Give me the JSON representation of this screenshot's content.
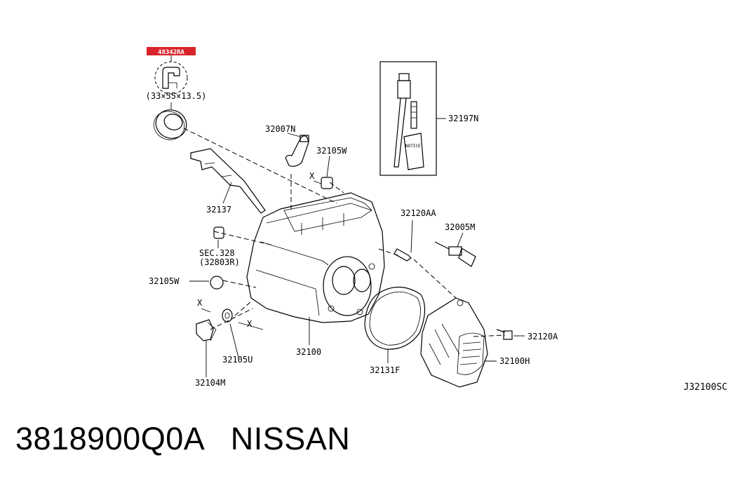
{
  "highlight_code": "48342RA",
  "seal_size": "(33×55×13.5)",
  "labels": {
    "l32007N": "32007N",
    "l32105W_top": "32105W",
    "l32197N": "32197N",
    "l32137": "32137",
    "l32120AA": "32120AA",
    "l32005M": "32005M",
    "sec_line1": "SEC.328",
    "sec_line2": "(32803R)",
    "l32105W_left": "32105W",
    "l32100": "32100",
    "l32105U": "32105U",
    "l32104M": "32104M",
    "l32131F": "32131F",
    "l32120A": "32120A",
    "l32100H": "32100H",
    "x_mark": "X",
    "notice": "NOTICE"
  },
  "diagram_code": "J32100SC",
  "footer": {
    "part_number": "3818900Q0A",
    "brand": "NISSAN"
  },
  "colors": {
    "highlight": "#d9242a",
    "line": "#000000",
    "background": "#ffffff"
  }
}
